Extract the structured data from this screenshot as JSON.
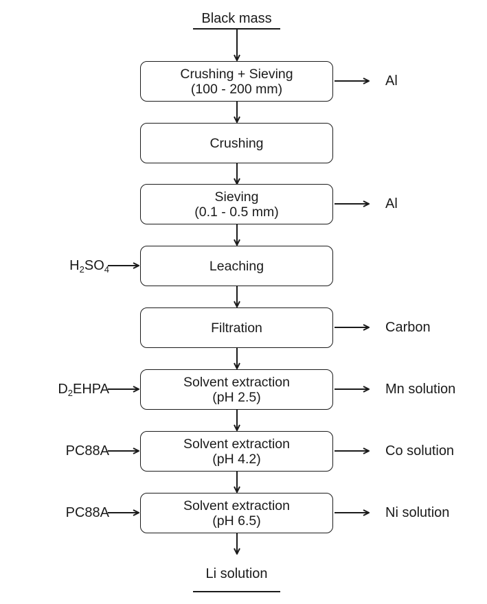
{
  "start": "Black mass",
  "end": "Li solution",
  "steps": [
    {
      "line1": "Crushing + Sieving",
      "line2": "(100 - 200 mm)",
      "output": "Al",
      "input": null
    },
    {
      "line1": "Crushing",
      "line2": "",
      "output": null,
      "input": null
    },
    {
      "line1": "Sieving",
      "line2": "(0.1 - 0.5 mm)",
      "output": "Al",
      "input": null
    },
    {
      "line1": "Leaching",
      "line2": "",
      "output": null,
      "input": {
        "a": "H",
        "s1": "2",
        "b": "SO",
        "s2": "4"
      }
    },
    {
      "line1": "Filtration",
      "line2": "",
      "output": "Carbon",
      "input": null
    },
    {
      "line1": "Solvent extraction",
      "line2": "(pH 2.5)",
      "output": "Mn solution",
      "input": {
        "a": "D",
        "s1": "2",
        "b": "EHPA",
        "s2": ""
      }
    },
    {
      "line1": "Solvent extraction",
      "line2": "(pH 4.2)",
      "output": "Co solution",
      "input": {
        "a": "PC88A",
        "s1": "",
        "b": "",
        "s2": ""
      }
    },
    {
      "line1": "Solvent extraction",
      "line2": "(pH 6.5)",
      "output": "Ni solution",
      "input": {
        "a": "PC88A",
        "s1": "",
        "b": "",
        "s2": ""
      }
    }
  ]
}
